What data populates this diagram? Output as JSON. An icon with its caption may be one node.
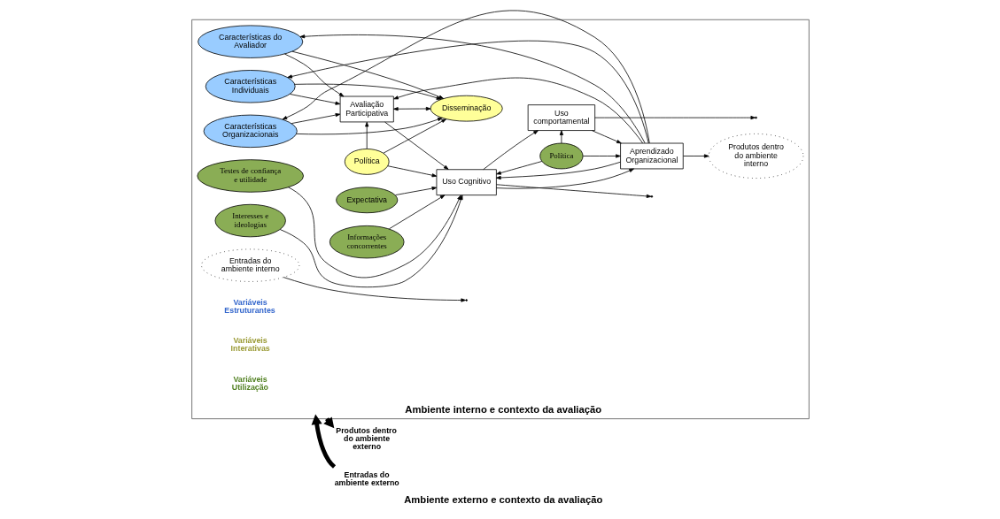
{
  "diagram": {
    "caption": "Ambiente externo e contexto da avaliação",
    "nodes": [
      {
        "text": [
          "Ambiente interno e contexto da avaliação"
        ]
      },
      {
        "text": [
          "Entradas do ambiente externo"
        ]
      },
      {
        "text": [
          "Produtos dentro do ambiente externo"
        ]
      },
      {
        "text": [
          "Características Organizacionais"
        ],
        "in": 0
      },
      {
        "text": [
          "Características Individuais"
        ],
        "in": 0
      },
      {
        "text": [
          "Características do Avaliador"
        ],
        "in": 0
      },
      {
        "text": [
          "Avaliação Participativa"
        ],
        "in": 0
      },
      {
        "text": [
          "Disseminação"
        ],
        "in": 0
      },
      {
        "text": [
          "Política"
        ],
        "in": 0
      },
      {
        "text": [
          "Expectativa"
        ],
        "in": 0
      },
      {
        "text": [
          "Informações concorrentes"
        ],
        "in": 0
      },
      {
        "text": [
          "Uso Cognitivo"
        ],
        "in": 0
      },
      {
        "text": [
          "Testes de confiança e utilidade"
        ],
        "in": 0
      },
      {
        "text": [
          "Interesses e ideologias"
        ],
        "in": 0
      },
      {
        "text": [
          "Uso comportamental"
        ],
        "in": 0
      },
      {
        "text": [
          "Política"
        ],
        "in": 0
      },
      {
        "text": [
          "Aprendizado Organizacional"
        ],
        "in": 0
      },
      {
        "text": [
          "Produtos dentro do ambiente interno"
        ],
        "in": 0
      },
      {
        "text": [
          "Entradas do ambiente interno"
        ],
        "in": 0
      }
    ],
    "edges": [
      {
        "from": 1,
        "to": 0,
        "arrow": "to",
        "style": "thick"
      },
      {
        "from": 0,
        "to": 2,
        "arrow": "to",
        "style": "thick"
      },
      {
        "from": 3,
        "to": 6,
        "arrow": "to"
      },
      {
        "from": 3,
        "to": 7,
        "arrow": "to"
      },
      {
        "from": 4,
        "to": 6,
        "arrow": "to"
      },
      {
        "from": 4,
        "to": 7,
        "arrow": "to"
      },
      {
        "from": 5,
        "to": 6,
        "arrow": "to"
      },
      {
        "from": 5,
        "to": 7,
        "arrow": "to"
      },
      {
        "from": 6,
        "to": 7,
        "arrow": "both"
      },
      {
        "from": 8,
        "to": 6,
        "arrow": "to"
      },
      {
        "from": 8,
        "to": 11,
        "arrow": "to"
      },
      {
        "from": 8,
        "to": 7,
        "arrow": "to"
      },
      {
        "from": 6,
        "to": 11,
        "arrow": "to"
      },
      {
        "from": 9,
        "to": 11,
        "arrow": "to"
      },
      {
        "from": 10,
        "to": 11,
        "arrow": "to"
      },
      {
        "from": 12,
        "to": 11,
        "arrow": "to"
      },
      {
        "from": 13,
        "to": 11,
        "arrow": "to"
      },
      {
        "from": 11,
        "to": 14,
        "arrow": "to"
      },
      {
        "from": 15,
        "to": 11,
        "arrow": "to"
      },
      {
        "from": 15,
        "to": 14,
        "arrow": "to"
      },
      {
        "from": 15,
        "to": 16,
        "arrow": "to"
      },
      {
        "from": 11,
        "to": 16,
        "arrow": "to"
      },
      {
        "from": 14,
        "to": 16,
        "arrow": "to"
      },
      {
        "from": 16,
        "to": 3,
        "arrow": "to"
      },
      {
        "from": 16,
        "to": 4,
        "arrow": "to"
      },
      {
        "from": 16,
        "to": 5,
        "arrow": "to"
      },
      {
        "from": 16,
        "to": 6,
        "arrow": "to"
      },
      {
        "from": 16,
        "to": 11,
        "arrow": "to"
      },
      {
        "from": 16,
        "to": 17,
        "arrow": "to"
      },
      {
        "from": 11,
        "to": null,
        "arrow": "to"
      },
      {
        "from": 14,
        "to": null,
        "arrow": "to"
      },
      {
        "from": 18,
        "to": null,
        "arrow": "to"
      }
    ],
    "labels": [
      "Variáveis Estruturantes",
      "Variáveis Interativas",
      "Variáveis Utilização"
    ]
  }
}
